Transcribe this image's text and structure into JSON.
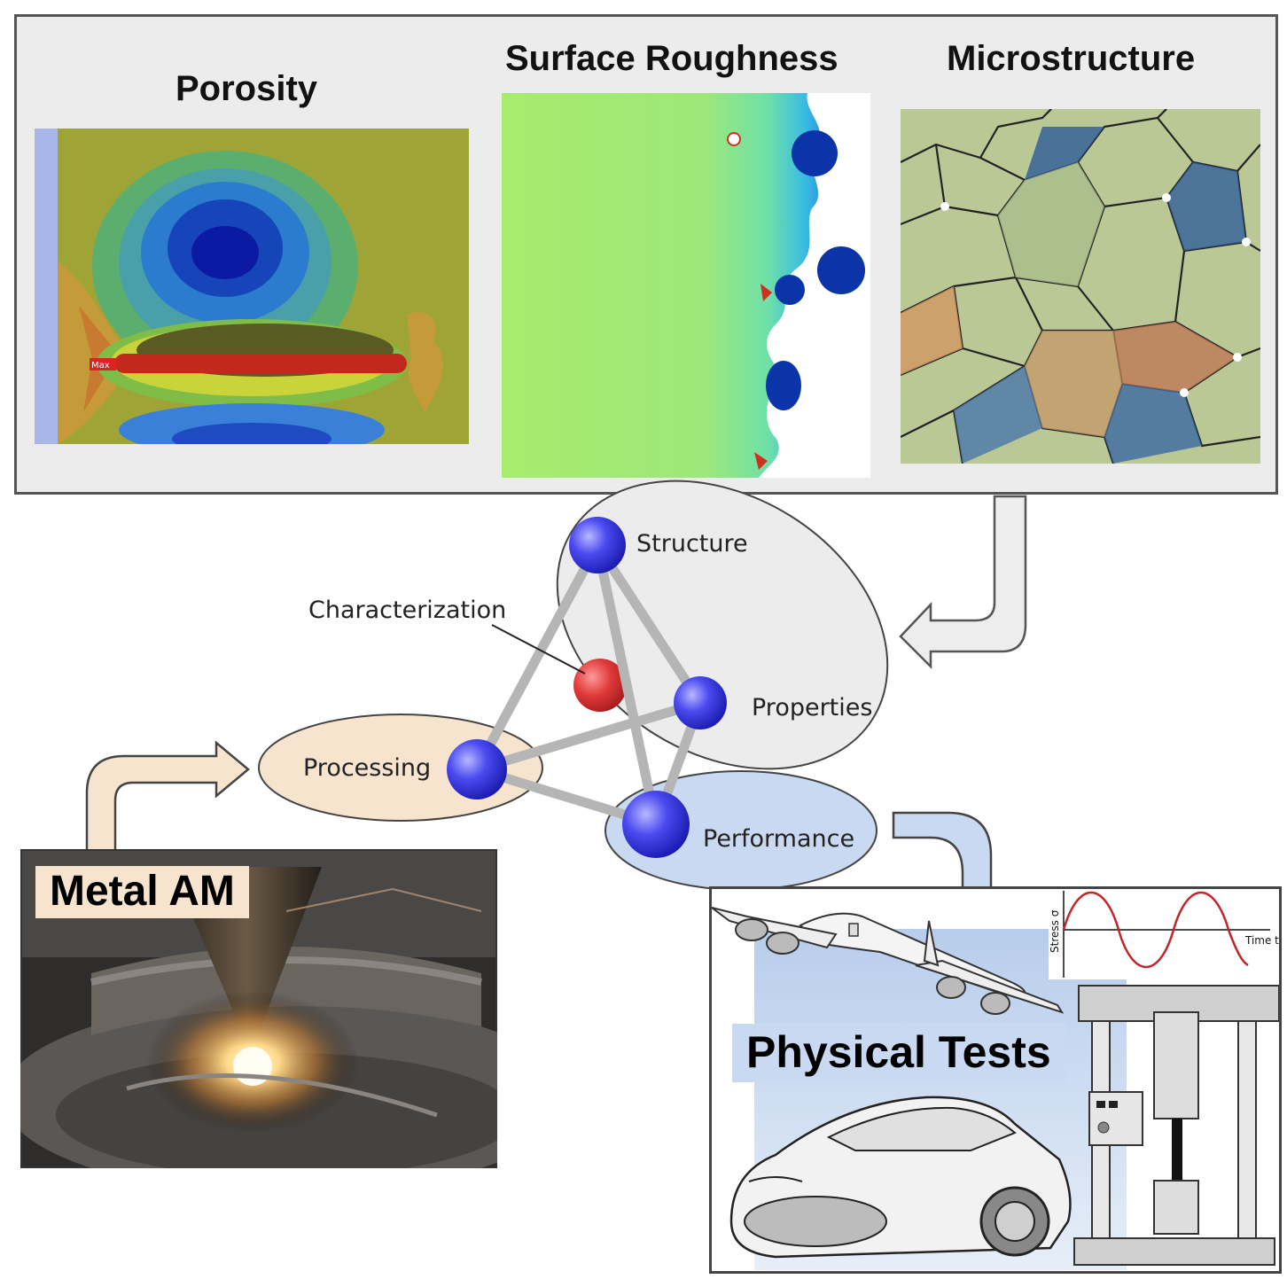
{
  "top_panel": {
    "titles": {
      "porosity": "Porosity",
      "surface_roughness": "Surface Roughness",
      "microstructure": "Microstructure"
    },
    "porosity_marker": "Max"
  },
  "tetrahedron": {
    "structure": "Structure",
    "properties": "Properties",
    "processing": "Processing",
    "performance": "Performance",
    "characterization": "Characterization"
  },
  "metal_am": {
    "label": "Metal AM"
  },
  "physical_tests": {
    "label": "Physical Tests",
    "stress_axis": "Stress σ",
    "time_axis": "Time t"
  },
  "colors": {
    "panel_bg": "#ededed",
    "processing_fill": "#f7e4cf",
    "performance_fill": "#c9d9f2",
    "node_blue": "#3a3ae0",
    "node_red": "#e03030",
    "wave_red": "#c0262a"
  }
}
